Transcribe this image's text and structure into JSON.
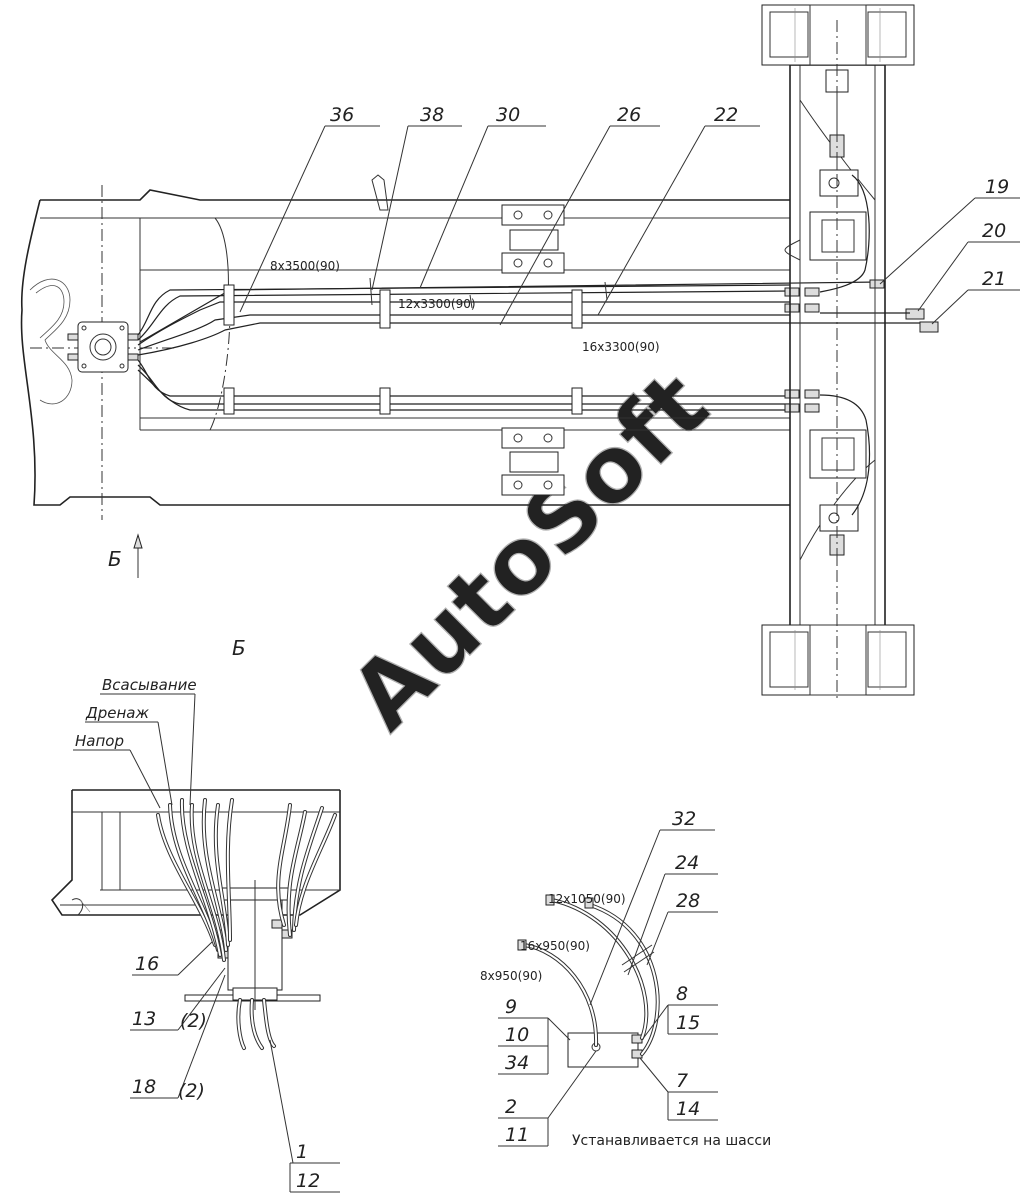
{
  "watermark": "AutoSoft",
  "view_label": "Б",
  "view_title": "Б",
  "callouts_top": [
    "36",
    "38",
    "30",
    "26",
    "22",
    "19",
    "20",
    "21"
  ],
  "dims_top": {
    "d8": "8х3500(90)",
    "d12": "12х3300(90)",
    "d16": "16х3300(90)"
  },
  "labels_view_b": {
    "suction": "Всасывание",
    "drain": "Дренаж",
    "pressure": "Напор"
  },
  "callouts_view_b": {
    "c16": "16",
    "c13": "13",
    "c13q": "(2)",
    "c18": "18",
    "c18q": "(2)",
    "c1": "1",
    "c12": "12"
  },
  "detail": {
    "callouts": [
      "32",
      "24",
      "28",
      "8",
      "15",
      "9",
      "10",
      "34",
      "7",
      "14",
      "2",
      "11"
    ],
    "dims": {
      "d12": "12х1050(90)",
      "d16": "16х950(90)",
      "d8": "8х950(90)"
    },
    "note": "Устанавливается на шасси"
  }
}
